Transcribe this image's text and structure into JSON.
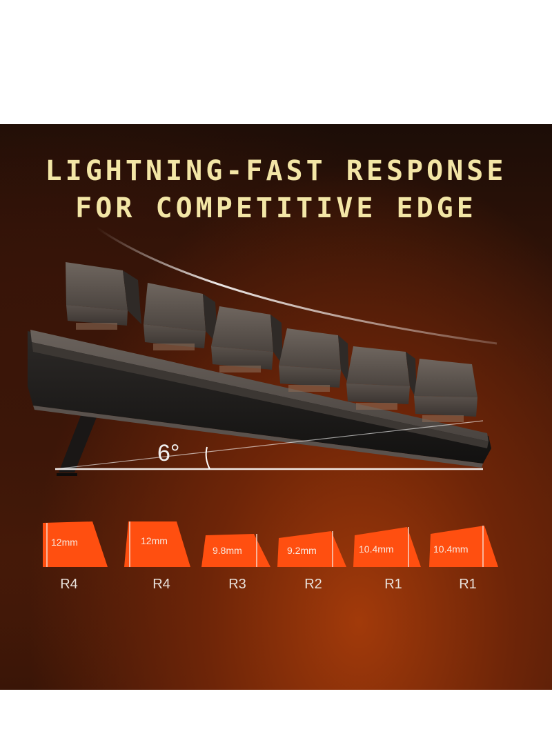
{
  "headline": {
    "line1": "LIGHTNING-FAST RESPONSE",
    "line2": "FOR COMPETITIVE EDGE"
  },
  "angle": "6°",
  "keycaps": [
    {
      "height": "12mm",
      "row": "R4"
    },
    {
      "height": "12mm",
      "row": "R4"
    },
    {
      "height": "9.8mm",
      "row": "R3"
    },
    {
      "height": "9.2mm",
      "row": "R2"
    },
    {
      "height": "10.4mm",
      "row": "R1"
    },
    {
      "height": "10.4mm",
      "row": "R1"
    }
  ],
  "colors": {
    "headline": "#f3e6a6",
    "keycap_profile": "#ff4f10",
    "background": "#2a1107"
  }
}
